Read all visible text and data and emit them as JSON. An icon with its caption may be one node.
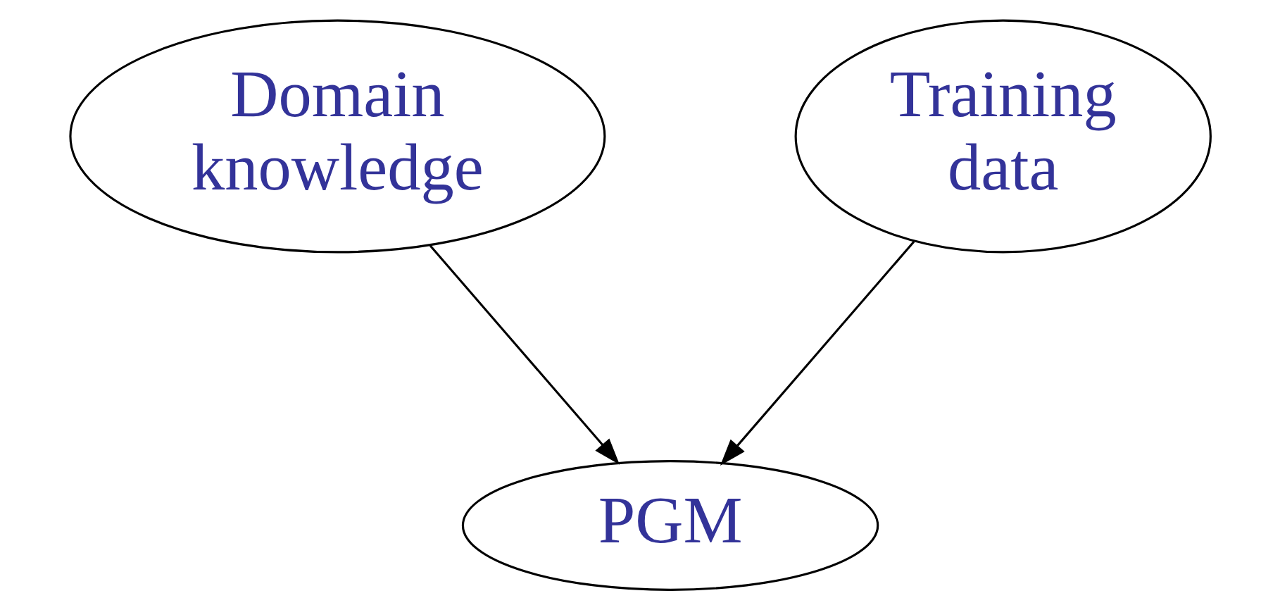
{
  "diagram": {
    "nodes": [
      {
        "text": [
          "Domain knowledge"
        ]
      },
      {
        "text": [
          "Training data"
        ]
      },
      {
        "text": [
          "PGM"
        ]
      }
    ],
    "edges": [
      {
        "from": 0,
        "to": 2,
        "arrow": "to"
      },
      {
        "from": 1,
        "to": 2,
        "arrow": "to"
      }
    ]
  }
}
